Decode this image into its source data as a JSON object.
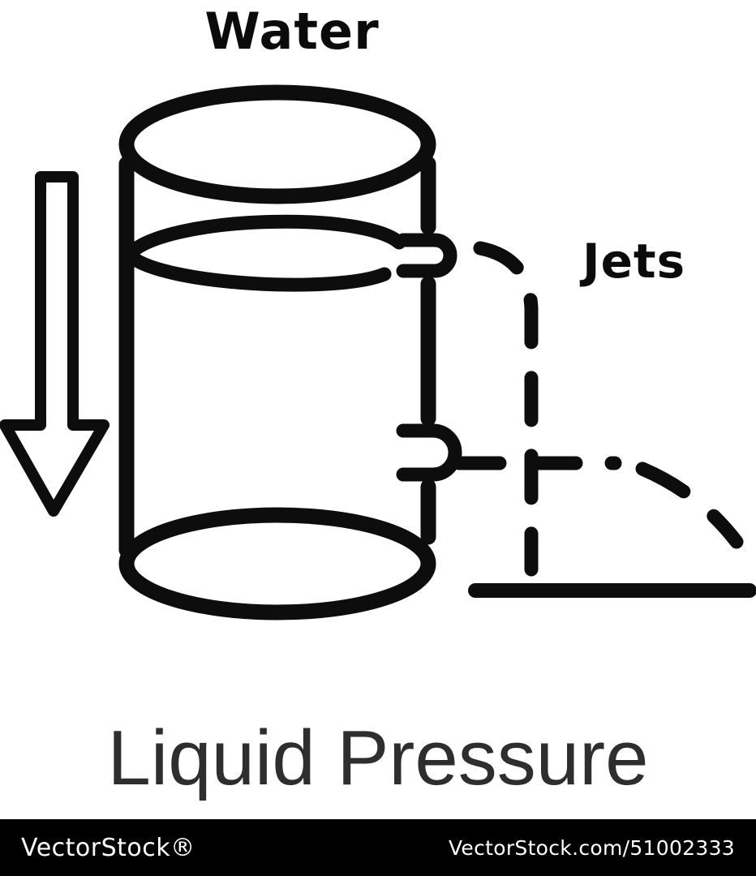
{
  "illustration": {
    "labels": {
      "water": "Water",
      "jets": "Jets"
    },
    "title": "Liquid Pressure",
    "line_color": "#0d0d0d",
    "background": "#ffffff",
    "icons": [
      "water-cylinder-icon",
      "water-surface-icon",
      "down-arrow-icon",
      "top-nozzle-icon",
      "bottom-nozzle-icon",
      "top-jet-trajectory-icon",
      "bottom-jet-trajectory-icon",
      "ground-line-icon"
    ]
  },
  "watermark_bar": {
    "brand": "VectorStock®",
    "image_ref": "VectorStock.com/51002333",
    "background": "#000000",
    "text_color": "#ffffff"
  }
}
